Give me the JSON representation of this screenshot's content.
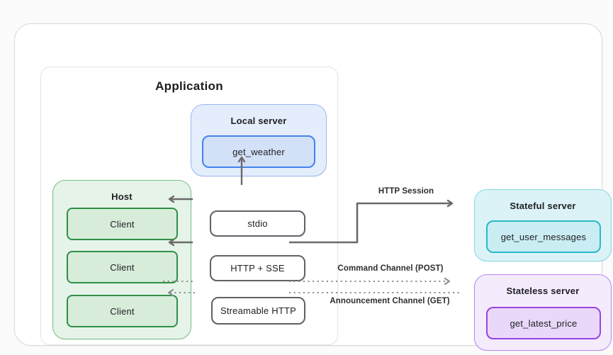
{
  "application": {
    "title": "Application",
    "local_server": {
      "label": "Local server",
      "tool": "get_weather"
    },
    "host": {
      "label": "Host",
      "clients": [
        "Client",
        "Client",
        "Client"
      ]
    },
    "transports": [
      {
        "label": "stdio"
      },
      {
        "label": "HTTP + SSE"
      },
      {
        "label": "Streamable HTTP"
      }
    ]
  },
  "stateful_server": {
    "label": "Stateful server",
    "tool": "get_user_messages"
  },
  "stateless_server": {
    "label": "Stateless server",
    "tool": "get_latest_price"
  },
  "connections": {
    "http_session": "HTTP Session",
    "command_channel": "Command Channel (POST)",
    "announcement_channel": "Announcement Channel (GET)"
  },
  "colors": {
    "local_server_fill": "#e4edfc",
    "local_server_border": "#9bb8f1",
    "local_tool_fill": "#d2e0f8",
    "local_tool_border": "#4483ea",
    "host_fill": "#e6f3e9",
    "host_border": "#7abf8a",
    "client_fill": "#d7edda",
    "client_border": "#2f8f47",
    "stateful_fill": "#dbf3f7",
    "stateful_border": "#83d8e4",
    "stateful_tool_fill": "#c9edf3",
    "stateful_tool_border": "#2bb8c9",
    "stateless_fill": "#f4ebfd",
    "stateless_border": "#b787ea",
    "stateless_tool_fill": "#e9d8fa",
    "stateless_tool_border": "#9844de",
    "solid_arrow": "#6a6a6a",
    "dotted_arrow": "#8f8f8f",
    "text": "#202124"
  }
}
